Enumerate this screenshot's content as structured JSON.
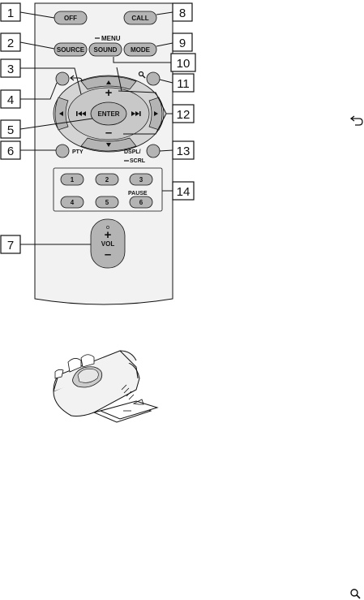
{
  "remote": {
    "buttons": {
      "off": "OFF",
      "call": "CALL",
      "source": "SOURCE",
      "sound": "SOUND",
      "mode": "MODE",
      "menu": "MENU",
      "enter": "ENTER",
      "pty": "PTY",
      "dspl": "DSPL/",
      "scrl": "SCRL",
      "pause": "PAUSE",
      "vol": "VOL",
      "plus": "+",
      "minus": "–",
      "vol_plus": "+",
      "vol_minus": "–"
    },
    "number_buttons": [
      "1",
      "2",
      "3",
      "4",
      "5",
      "6"
    ]
  },
  "callouts": [
    "1",
    "2",
    "3",
    "4",
    "5",
    "6",
    "7",
    "8",
    "9",
    "10",
    "11",
    "12",
    "13",
    "14"
  ],
  "side_icons": {
    "back": "back-icon",
    "search": "search-icon"
  },
  "colors": {
    "body": "#f2f2f2",
    "button": "#b4b4b4",
    "ring": "#d4d4d4",
    "stroke": "#111111"
  }
}
